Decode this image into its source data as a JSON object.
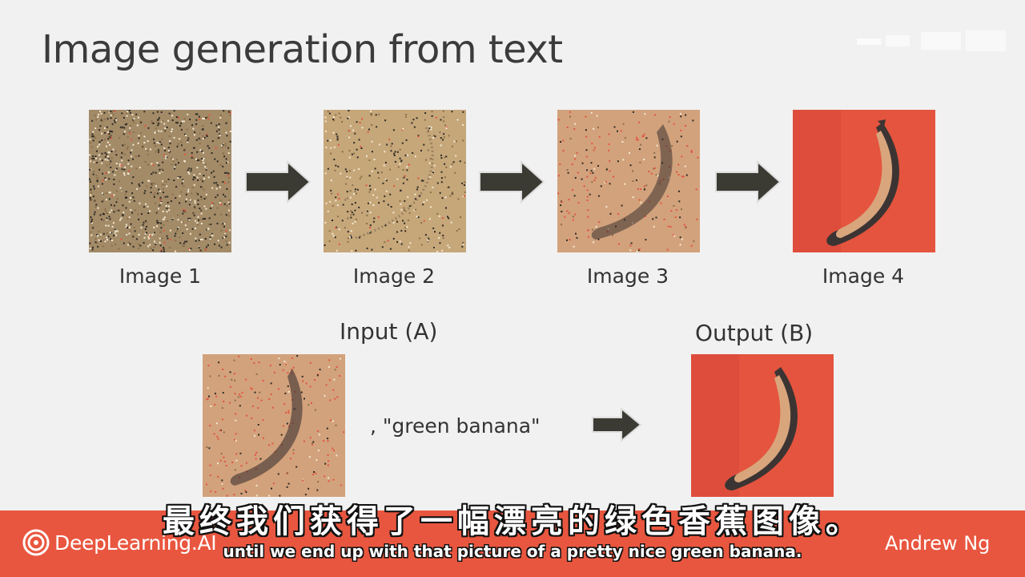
{
  "slide": {
    "title": "Image generation from text"
  },
  "steps": [
    {
      "label": "Image 1"
    },
    {
      "label": "Image 2"
    },
    {
      "label": "Image 3"
    },
    {
      "label": "Image 4"
    }
  ],
  "io": {
    "input_label": "Input (A)",
    "prompt": ", \"green banana\"",
    "output_label": "Output (B)"
  },
  "footer": {
    "logo_text": "DeepLearning.AI",
    "author": "Andrew Ng"
  },
  "subtitles": {
    "chinese": "最终我们获得了一幅漂亮的绿色香蕉图像。",
    "english": "until we end up with that picture of a pretty nice green banana."
  },
  "colors": {
    "accent": "#e9563f",
    "background": "#f1f1f1",
    "noise_tan": "#c9a877",
    "banana": "#d9a57c",
    "banana_shadow": "#3c3433"
  },
  "icons": [
    "right-arrow-icon",
    "deeplearning-logo-icon"
  ]
}
